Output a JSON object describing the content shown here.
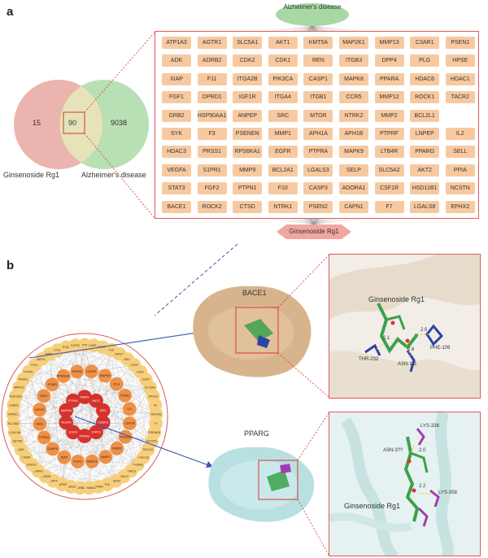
{
  "panel_a": {
    "letter": "a",
    "disease_label": "Alzheimer's disease",
    "compound_label": "Ginsenoside Rg1",
    "venn": {
      "left_only": "15",
      "overlap": "90",
      "right_only": "9038",
      "left_label": "Ginsenoside Rg1",
      "right_label": "Alzheimer's disease"
    },
    "genes": [
      "ATP1A3",
      "AGTR1",
      "SLC5A1",
      "AKT1",
      "KMT5A",
      "MAP2K1",
      "MMP13",
      "C3AR1",
      "PSEN1",
      "ADK",
      "ADRB2",
      "CDK2",
      "CDK1",
      "REN",
      "ITGB3",
      "DPP4",
      "PLG",
      "HPSE",
      "XIAP",
      "F11",
      "ITGA2B",
      "PIK3CA",
      "CASP1",
      "MAPK8",
      "PPARA",
      "HDAC6",
      "HDAC1",
      "FGF1",
      "OPRD1",
      "IGF1R",
      "ITGA4",
      "ITGB1",
      "CCR5",
      "MMP12",
      "ROCK1",
      "TACR2",
      "GRB2",
      "HSP90AA1",
      "ANPEP",
      "SRC",
      "MTOR",
      "NTRK2",
      "MMP2",
      "BCL2L1",
      "",
      "SYK",
      "F3",
      "PSENEN",
      "MMP1",
      "APH1A",
      "APH1B",
      "PTPRF",
      "LNPEP",
      "IL2",
      "HDAC3",
      "PRSS1",
      "RPS6KA1",
      "EGFR",
      "PTPRA",
      "MAPK9",
      "LTB4R",
      "PPARG",
      "SELL",
      "VEGFA",
      "S1PR1",
      "MMP9",
      "BCL2A1",
      "LGALS3",
      "SELP",
      "SLC5A2",
      "AKT2",
      "PPIA",
      "STAT3",
      "FGF2",
      "PTPN1",
      "F10",
      "CASP3",
      "ADORA1",
      "CSF1R",
      "HSD11B1",
      "NCSTN",
      "BACE1",
      "ROCK2",
      "CTSD",
      "NTRK1",
      "PSEN2",
      "CAPN1",
      "F7",
      "LGALS8",
      "EPHX2"
    ]
  },
  "panel_b": {
    "letter": "b",
    "network": {
      "core": [
        "MMP9",
        "AKT1",
        "SRC",
        "CASP3",
        "STAT3",
        "PPARG",
        "EGFR",
        "VEGFA",
        "MAPK8",
        "PTPN1"
      ],
      "middle": [
        "CASP1",
        "MAPK8",
        "PLG",
        "ITGB1",
        "IL2",
        "CSF1R",
        "PIK3CA",
        "MMP2",
        "MMP1",
        "HDAC1",
        "FGF2",
        "XIAP",
        "CASP1",
        "PTPN1",
        "REN",
        "IGF1R",
        "SELP",
        "ITGB3",
        "RPS6KA1",
        "PSEN1"
      ],
      "outer": [
        "PPIA",
        "LNPEP",
        "PTPRA",
        "F10",
        "APH1B",
        "SELL",
        "CCR5",
        "CDK1",
        "CDK2",
        "SLC5A1",
        "APH1A",
        "F3",
        "ATP1A3",
        "F7",
        "PSENEN",
        "NCSTN",
        "ROCK2",
        "LGALS3",
        "ADORA1",
        "HDAC3",
        "HDAC2",
        "PSEN2",
        "SYK",
        "PPARA",
        "RPS6KA1",
        "ADRB2",
        "HDAC6",
        "ANPEP",
        "DPP4",
        "ITGB2B",
        "CAPN1",
        "EPHX2",
        "LTB4R",
        "ADK",
        "SETD8",
        "LGALS8",
        "SLC5A2",
        "OPRD1",
        "C3AR1",
        "HSD11B1",
        "MMP12",
        "PRSS1",
        "PTPRF",
        "FGF1",
        "BACE1",
        "MMP1",
        "CTSD",
        "ITGA4",
        "S1PR1"
      ]
    },
    "bace1": {
      "title": "BACE1",
      "ligand": "Ginsenoside Rg1",
      "residues": [
        "PHE-109",
        "ASN-111",
        "THR-232"
      ],
      "distances": [
        "2.1",
        "2.0",
        "2.6"
      ]
    },
    "pparg": {
      "title": "PPARG",
      "ligand": "Ginsenoside Rg1",
      "residues": [
        "LYS-336",
        "ASN-3??",
        "LYS-358"
      ],
      "distances": [
        "2.0",
        "2.2"
      ]
    }
  }
}
